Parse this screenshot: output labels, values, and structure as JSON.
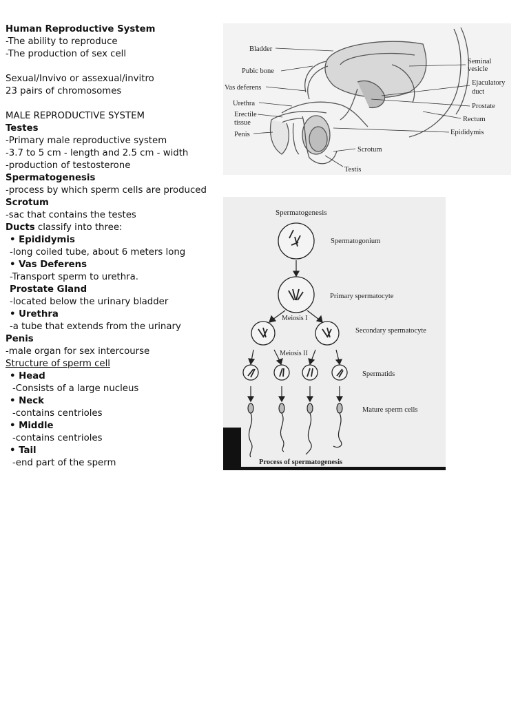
{
  "notes": {
    "title": "Human Reproductive System",
    "l1": "-The ability to reproduce",
    "l2": "-The production of sex cell",
    "l3": "Sexual/Invivo or assexual/invitro",
    "l4": "23 pairs of chromosomes",
    "male_heading": "MALE REPRODUCTIVE SYSTEM",
    "testes": "Testes",
    "t1": "-Primary male reproductive system",
    "t2": "-3.7 to 5 cm - length and 2.5 cm - width",
    "t3": "-production of testosterone",
    "sperm_heading": "Spermatogenesis",
    "s1": "-process by which sperm cells are produced",
    "scrotum": "Scrotum",
    "sc1": "-sac that contains the testes",
    "ducts": "Ducts",
    "ducts_rest": " classify into three:",
    "epididymis": "Epididymis",
    "e1": "-long coiled tube, about 6 meters long",
    "vas": "Vas Deferens",
    "v1": "-Transport sperm to urethra.",
    "prostate": "Prostate Gland",
    "p1": "-located below the urinary bladder",
    "urethra": "Urethra",
    "u1": "-a tube that extends from the urinary",
    "penis": "Penis",
    "pe1": "-male organ for sex intercourse",
    "structure": "Structure of sperm cell",
    "head": "Head",
    "h1": "-Consists of a large nucleus",
    "neck": "Neck",
    "n1": "-contains centrioles",
    "middle": "Middle",
    "m1": "-contains centrioles",
    "tail": "Tail",
    "ta1": "-end part of the sperm",
    "bullet": "•"
  },
  "anatomy": {
    "bladder": "Bladder",
    "pubic_bone": "Pubic bone",
    "vas_deferens": "Vas deferens",
    "urethra": "Urethra",
    "erectile1": "Erectile",
    "erectile2": "tissue",
    "penis": "Penis",
    "seminal1": "Seminal",
    "seminal2": "vesicle",
    "ejac1": "Ejaculatory",
    "ejac2": "duct",
    "prostate": "Prostate",
    "rectum": "Rectum",
    "epididymis": "Epididymis",
    "scrotum": "Scrotum",
    "testis": "Testis"
  },
  "spermatogenesis": {
    "title": "Spermatogenesis",
    "spermatogonium": "Spermatogonium",
    "primary": "Primary spermatocyte",
    "meiosis1": "Meiosis I",
    "secondary": "Secondary spermatocyte",
    "meiosis2": "Meiosis II",
    "spermatids": "Spermatids",
    "mature": "Mature sperm cells",
    "caption": "Process of spermatogenesis"
  }
}
